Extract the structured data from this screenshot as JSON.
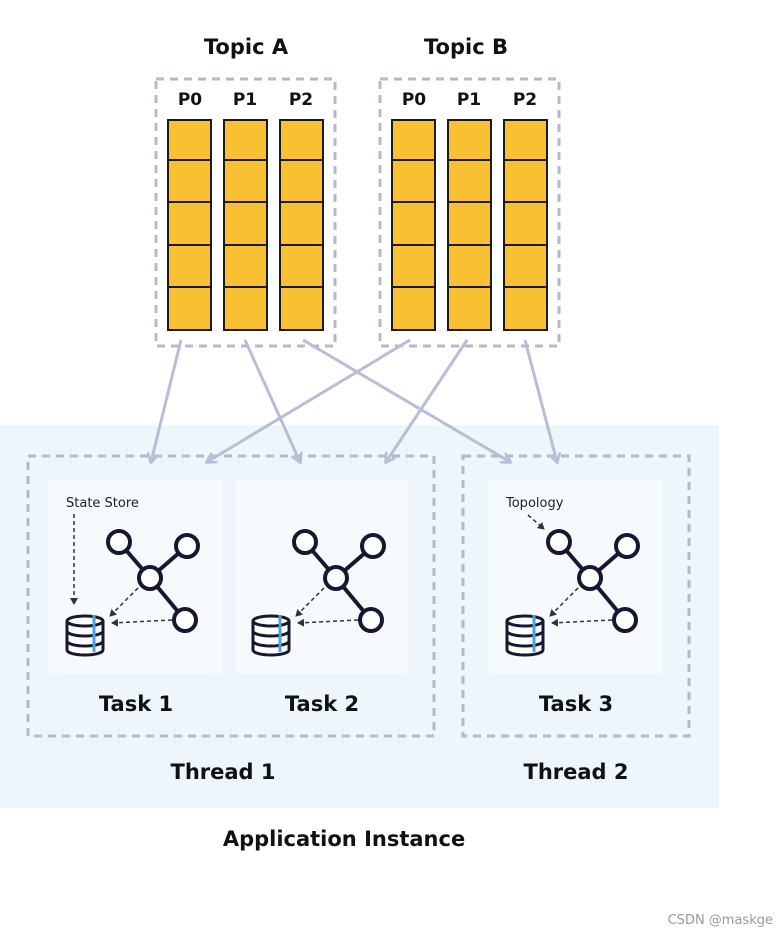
{
  "topics": [
    {
      "name": "Topic A",
      "partitions": [
        "P0",
        "P1",
        "P2"
      ]
    },
    {
      "name": "Topic B",
      "partitions": [
        "P0",
        "P1",
        "P2"
      ]
    }
  ],
  "tasks": [
    {
      "name": "Task 1",
      "annotation": "State Store"
    },
    {
      "name": "Task 2",
      "annotation": ""
    },
    {
      "name": "Task 3",
      "annotation": "Topology"
    }
  ],
  "threads": [
    {
      "name": "Thread 1"
    },
    {
      "name": "Thread 2"
    }
  ],
  "application_label": "Application Instance",
  "watermark": "CSDN @maskge",
  "colors": {
    "partition_fill": "#f9c034",
    "partition_border": "#1b1b1b",
    "dashed_border": "#b5b8cc",
    "arrow": "#b9bdd6",
    "app_background": "#edf6fa",
    "task_background": "#f7fafc",
    "node_stroke": "#141830",
    "db_accent": "#4aa3df"
  }
}
